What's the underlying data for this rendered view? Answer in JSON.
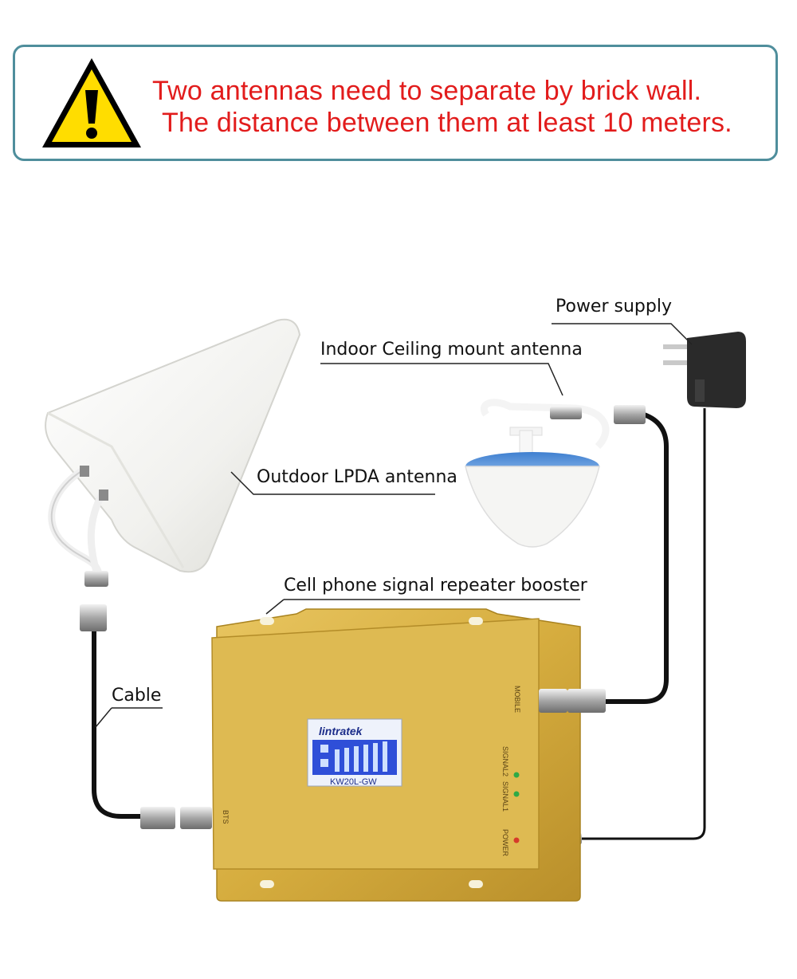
{
  "warning": {
    "icon": "warning-triangle-icon",
    "line1": "Two antennas need to separate by brick wall.",
    "line2": "The distance between them at least 10 meters.",
    "text_color": "#e21c1c",
    "border_color": "#4f8e9c"
  },
  "labels": {
    "power_supply": "Power supply",
    "indoor_antenna": "Indoor Ceiling mount antenna",
    "outdoor_antenna": "Outdoor LPDA antenna",
    "booster": "Cell phone signal repeater booster",
    "cable": "Cable"
  },
  "device": {
    "brand": "lintratek",
    "model": "KW20L-GW",
    "port_bts": "BTS",
    "port_mobile": "MOBILE",
    "signal1": "SIGNAL1",
    "signal2": "SIGNAL2",
    "power": "POWER",
    "body_color": "#d9b54a"
  }
}
